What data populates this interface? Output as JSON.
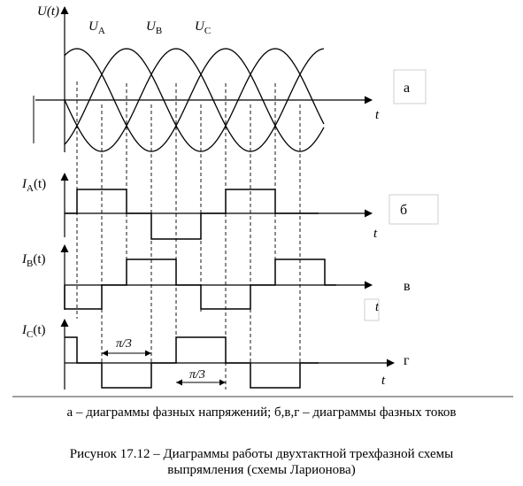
{
  "plots": {
    "a": {
      "ylabel": "U(t)",
      "xlabel": "t",
      "panel_letter": "а",
      "series_labels": [
        {
          "base": "U",
          "sub": "A"
        },
        {
          "base": "U",
          "sub": "B"
        },
        {
          "base": "U",
          "sub": "C"
        }
      ]
    },
    "b": {
      "ylabel_base": "I",
      "ylabel_sub": "A",
      "ylabel_tail": "(t)",
      "xlabel": "t",
      "panel_letter": "б"
    },
    "v": {
      "ylabel_base": "I",
      "ylabel_sub": "B",
      "ylabel_tail": "(t)",
      "xlabel": "t",
      "panel_letter": "в"
    },
    "g": {
      "ylabel_base": "I",
      "ylabel_sub": "C",
      "ylabel_tail": "(t)",
      "xlabel": "t",
      "panel_letter": "г"
    }
  },
  "annotations": {
    "pi3_left": "π/3",
    "pi3_right": "π/3"
  },
  "caption": {
    "legend": "а – диаграммы фазных напряжений;  б,в,г – диаграммы фазных токов",
    "figure_line1": "Рисунок 17.12 – Диаграммы работы двухтактной трехфазной схемы",
    "figure_line2": "выпрямления (схемы Ларионова)"
  }
}
